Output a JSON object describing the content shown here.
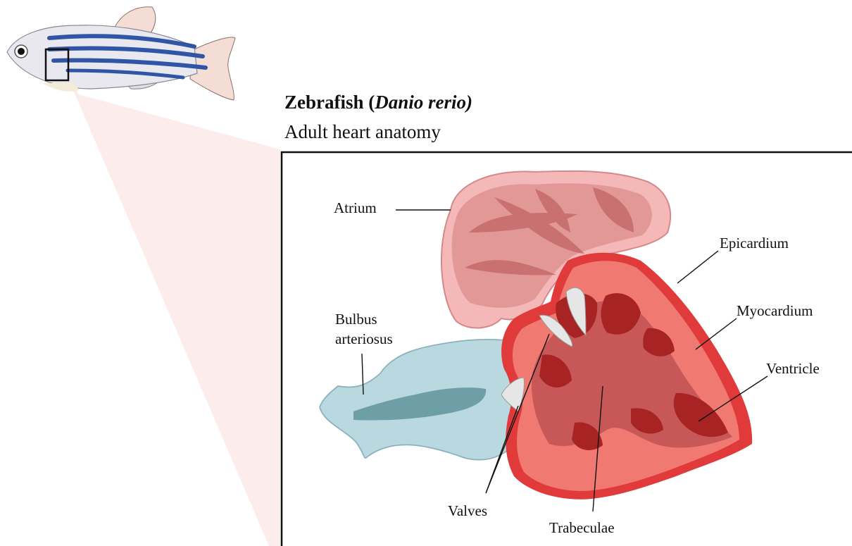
{
  "title": {
    "prefix": "Zebrafish (",
    "species": "Danio rerio)",
    "subtitle": "Adult heart anatomy"
  },
  "labels": {
    "atrium": "Atrium",
    "epicardium": "Epicardium",
    "myocardium": "Myocardium",
    "ventricle": "Ventricle",
    "bulbus_line1": "Bulbus",
    "bulbus_line2": "arteriosus",
    "valves": "Valves",
    "trabeculae": "Trabeculae"
  },
  "colors": {
    "zoom_wedge": "#fdecec",
    "atrium_outer": "#f5b8b8",
    "atrium_inner": "#d98080",
    "epicardium": "#e03a3a",
    "myocardium": "#f07a72",
    "ventricle_lumen": "#a82424",
    "trabeculae": "#c85858",
    "bulbus": "#b9d8e0",
    "bulbus_lumen": "#6e9ea6",
    "valves": "#e6e6e6",
    "fish_stripe": "#2f55a4"
  }
}
